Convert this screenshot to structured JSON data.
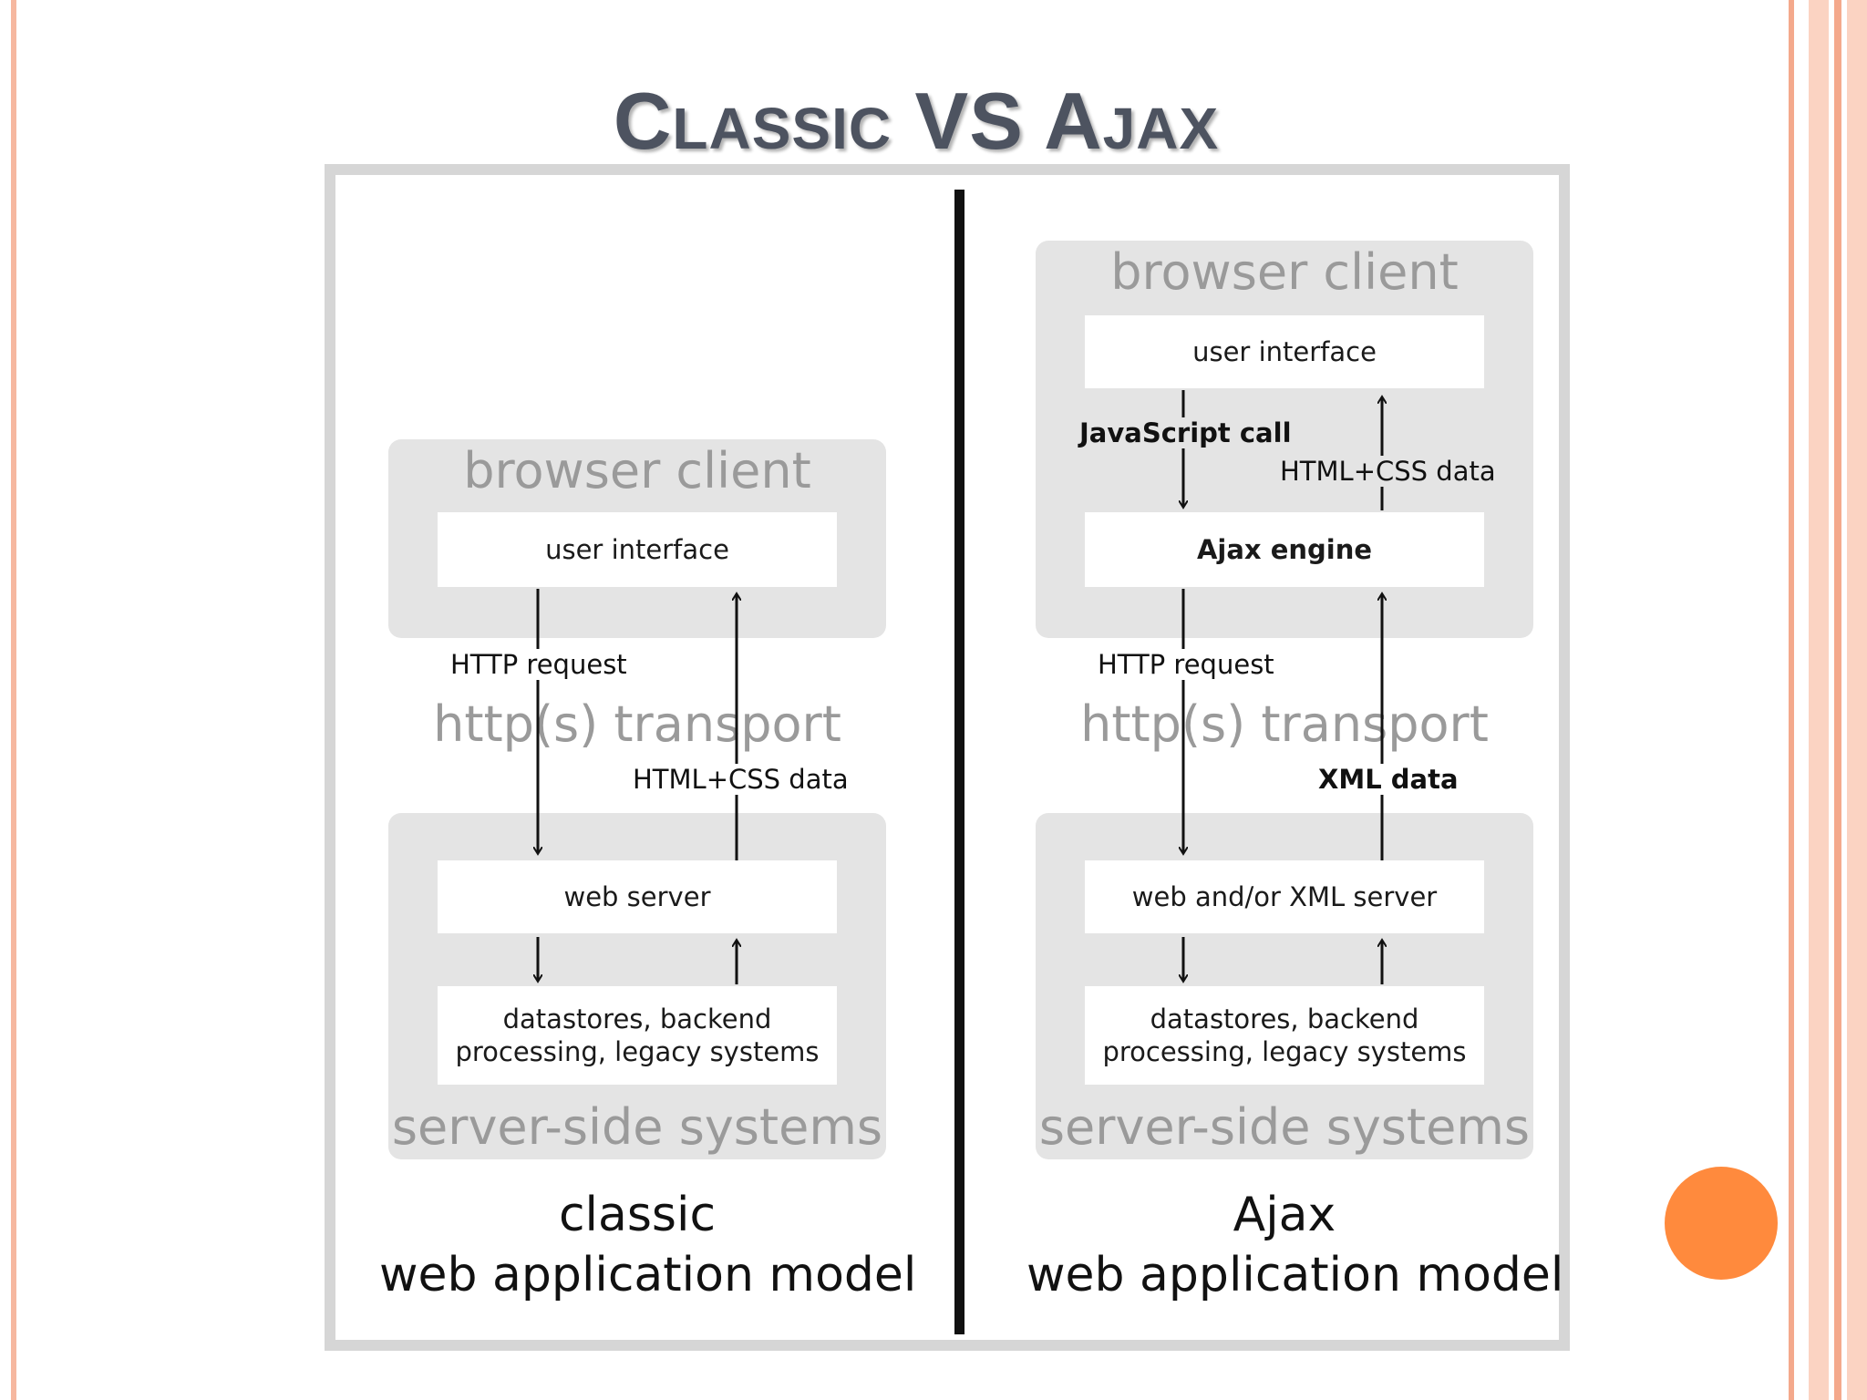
{
  "slide": {
    "title_parts": [
      "C",
      "LASSIC",
      " VS ",
      "A",
      "JAX"
    ],
    "colors": {
      "accent": "#ff8a3d",
      "border_stripe": "#f6b8a0",
      "title": "#4d5360"
    }
  },
  "classic": {
    "browser_client": "browser client",
    "user_interface": "user interface",
    "http_request": "HTTP request",
    "transport": "http(s) transport",
    "response": "HTML+CSS data",
    "web_server": "web server",
    "backend": [
      "datastores, backend",
      "processing, legacy systems"
    ],
    "server_side": "server-side systems",
    "caption": [
      "classic",
      "web application model"
    ]
  },
  "ajax": {
    "browser_client": "browser client",
    "user_interface": "user interface",
    "js_call": "JavaScript call",
    "html_css": "HTML+CSS data",
    "engine": "Ajax engine",
    "http_request": "HTTP request",
    "transport": "http(s) transport",
    "response": "XML data",
    "web_server": "web and/or XML server",
    "backend": [
      "datastores, backend",
      "processing, legacy systems"
    ],
    "server_side": "server-side systems",
    "caption": [
      "Ajax",
      "web application model"
    ]
  },
  "icons": {
    "arrow": "arrow-icon",
    "circle": "orange-circle-icon"
  }
}
